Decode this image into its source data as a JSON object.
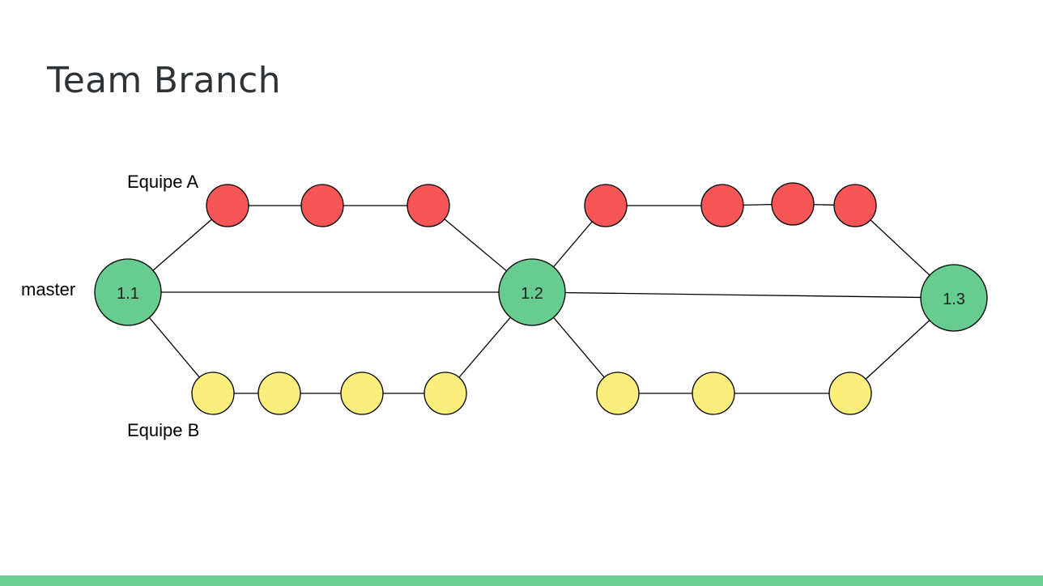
{
  "slide": {
    "title": "Team Branch"
  },
  "labels": {
    "branch_a": "Equipe A",
    "branch_b": "Equipe B",
    "master": "master"
  },
  "versions": {
    "v1": "1.1",
    "v2": "1.2",
    "v3": "1.3"
  },
  "colors": {
    "master_node": "#66cc8f",
    "team_a_commit": "#f85656",
    "team_b_commit": "#fcee7c",
    "edge": "#000000",
    "accent_bar": "#6ccf92",
    "title_text": "#2d3336"
  },
  "graph": {
    "team_a_commits_per_segment": [
      3,
      4
    ],
    "team_b_commits_per_segment": [
      4,
      3
    ]
  }
}
